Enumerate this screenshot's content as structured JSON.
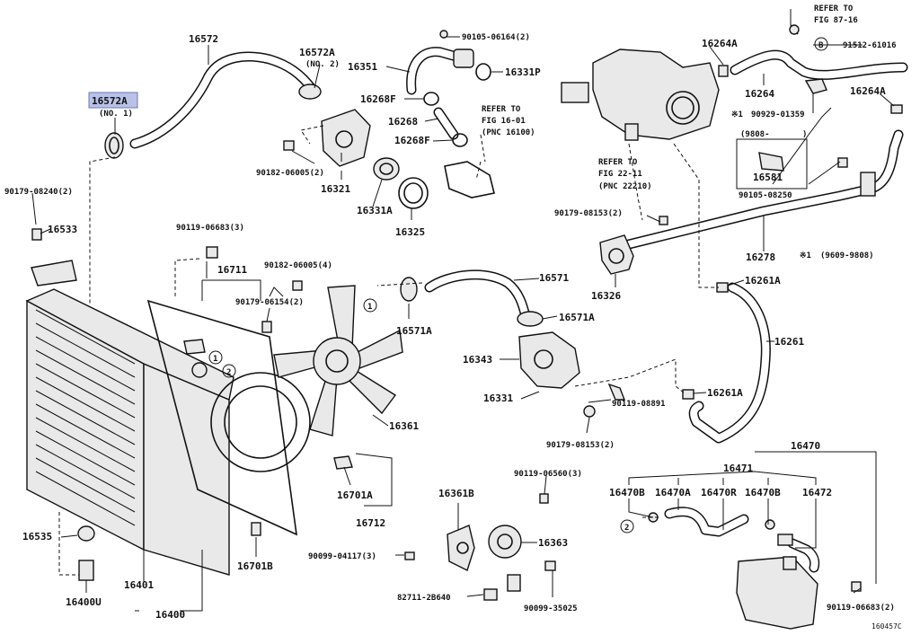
{
  "labels": {
    "p16572": "16572",
    "p16572A_top": "16572A",
    "p16572A_top_note": "(NO. 2)",
    "p16572A_sel": "16572A",
    "p16572A_sel_note": "(NO. 1)",
    "p16351": "16351",
    "p16268F_a": "16268F",
    "p16268": "16268",
    "p16268F_b": "16268F",
    "p90105_06164": "90105-06164(2)",
    "p16331P": "16331P",
    "refer_161": "REFER TO",
    "refer_161b": "FIG 16-01",
    "refer_161c": "(PNC 16100)",
    "p90182_06005_a": "90182-06005(2)",
    "p16321": "16321",
    "p16331A": "16331A",
    "p16325": "16325",
    "refer_871": "REFER TO",
    "refer_871b": "FIG 87-16",
    "p16264A_a": "16264A",
    "p91512": "91512-61016",
    "circle_b": "B",
    "p16264": "16264",
    "p16264A_b": "16264A",
    "note1": "※1",
    "p90929": "90929-01359",
    "date_a": "(9808-",
    "date_a_end": ")",
    "p16581": "16581",
    "refer_2211": "REFER TO",
    "refer_2211b": "FIG 22-11",
    "refer_2211c": "(PNC 22210)",
    "p90105_08250": "90105-08250",
    "p90179_08240": "90179-08240(2)",
    "p16533": "16533",
    "p90119_06683_a": "90119-06683(3)",
    "p16711": "16711",
    "p90182_06005_b": "90182-06005(4)",
    "p90179_06154": "90179-06154(2)",
    "p16571": "16571",
    "p16571A_a": "16571A",
    "p16571A_b": "16571A",
    "circle1": "1",
    "circle2": "2",
    "p90179_08153_a": "90179-08153(2)",
    "p16278": "16278",
    "note1b": "※1",
    "date_b": "(9609-9808)",
    "p16326": "16326",
    "p16261A_a": "16261A",
    "p16261": "16261",
    "p16343": "16343",
    "p16331": "16331",
    "p16261A_b": "16261A",
    "p90119_08891": "90119-08891",
    "p90179_08153_b": "90179-08153(2)",
    "p16361": "16361",
    "p16701A": "16701A",
    "p16712": "16712",
    "p16470": "16470",
    "p16471": "16471",
    "p16470B_a": "16470B",
    "p16470A": "16470A",
    "p16470R": "16470R",
    "p16470B_b": "16470B",
    "p16472": "16472",
    "p16361B": "16361B",
    "p90119_06560": "90119-06560(3)",
    "p16535": "16535",
    "p16363": "16363",
    "p90099_04117": "90099-04117(3)",
    "p16701B": "16701B",
    "p16400U": "16400U",
    "p16401": "16401",
    "p16400": "16400",
    "p82711": "82711-2B640",
    "p90099_35025": "90099-35025",
    "p90119_06683_b": "90119-06683(2)",
    "fig_code": "160457C"
  },
  "highlight_color": "#b9c2e6"
}
